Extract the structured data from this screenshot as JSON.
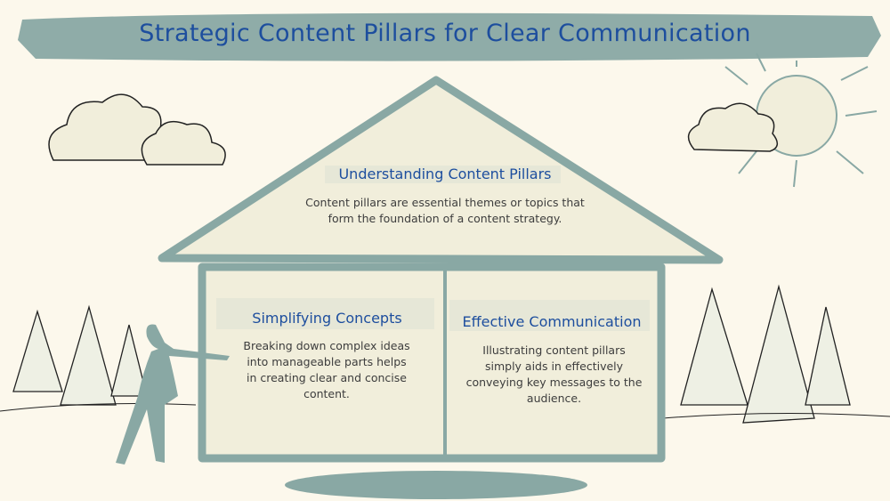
{
  "title": "Strategic Content Pillars for Clear Communication",
  "roof": {
    "heading": "Understanding Content Pillars",
    "body": "Content pillars are essential themes or topics that form the foundation of a content strategy."
  },
  "left_room": {
    "heading": "Simplifying Concepts",
    "body": "Breaking down complex ideas into manageable parts helps in creating clear and concise content."
  },
  "right_room": {
    "heading": "Effective Communication",
    "body": "Illustrating content pillars simply aids in effectively conveying key messages to the audience."
  },
  "colors": {
    "background": "#fcf8ec",
    "house_fill": "#f1eedb",
    "stroke": "#89a8a4",
    "heading": "#1d4e9e",
    "text": "#3d3d3d"
  }
}
